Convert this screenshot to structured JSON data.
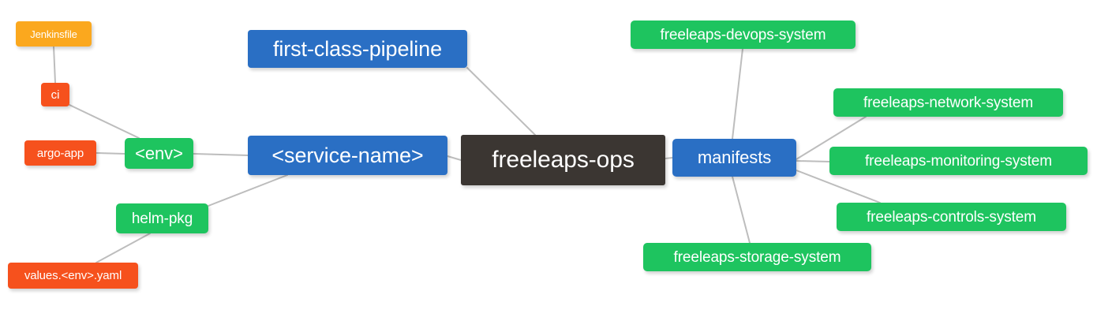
{
  "diagram": {
    "type": "mindmap",
    "title": "freeleaps-ops",
    "background": "#ffffff",
    "edge_color": "#bdbdbd",
    "palette": {
      "root": "#3b3632",
      "blue": "#2a6fc4",
      "green": "#1ec45f",
      "red": "#f6511d",
      "orange": "#fba81e",
      "label": "#ffffff"
    }
  },
  "nodes": {
    "root": {
      "label": "freeleaps-ops"
    },
    "service_name": {
      "label": "<service-name>"
    },
    "first_class_pipeline": {
      "label": "first-class-pipeline"
    },
    "manifests": {
      "label": "manifests"
    },
    "env": {
      "label": "<env>"
    },
    "ci": {
      "label": "ci"
    },
    "jenkinsfile": {
      "label": "Jenkinsfile"
    },
    "argo_app": {
      "label": "argo-app"
    },
    "helm_pkg": {
      "label": "helm-pkg"
    },
    "values_yaml": {
      "label": "values.<env>.yaml"
    },
    "devops_system": {
      "label": "freeleaps-devops-system"
    },
    "network_system": {
      "label": "freeleaps-network-system"
    },
    "monitoring_system": {
      "label": "freeleaps-monitoring-system"
    },
    "controls_system": {
      "label": "freeleaps-controls-system"
    },
    "storage_system": {
      "label": "freeleaps-storage-system"
    }
  },
  "edges": [
    {
      "from": "root",
      "to": "service_name"
    },
    {
      "from": "root",
      "to": "first_class_pipeline"
    },
    {
      "from": "root",
      "to": "manifests"
    },
    {
      "from": "service_name",
      "to": "env"
    },
    {
      "from": "service_name",
      "to": "helm_pkg"
    },
    {
      "from": "env",
      "to": "ci"
    },
    {
      "from": "env",
      "to": "argo_app"
    },
    {
      "from": "ci",
      "to": "jenkinsfile"
    },
    {
      "from": "helm_pkg",
      "to": "values_yaml"
    },
    {
      "from": "manifests",
      "to": "devops_system"
    },
    {
      "from": "manifests",
      "to": "network_system"
    },
    {
      "from": "manifests",
      "to": "monitoring_system"
    },
    {
      "from": "manifests",
      "to": "controls_system"
    },
    {
      "from": "manifests",
      "to": "storage_system"
    }
  ]
}
